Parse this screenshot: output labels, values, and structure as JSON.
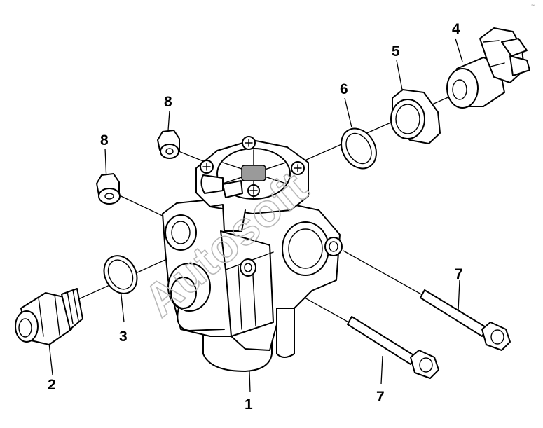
{
  "watermark": "Autosoft",
  "callouts": {
    "c1": "1",
    "c2": "2",
    "c3": "3",
    "c4": "4",
    "c5": "5",
    "c6": "6",
    "c7a": "7",
    "c7b": "7",
    "c8a": "8",
    "c8b": "8"
  },
  "parts": [
    {
      "number": "1",
      "name": "valve-body"
    },
    {
      "number": "2",
      "name": "threaded-fitting"
    },
    {
      "number": "3",
      "name": "o-ring"
    },
    {
      "number": "4",
      "name": "electrical-connector"
    },
    {
      "number": "5",
      "name": "hex-nut"
    },
    {
      "number": "6",
      "name": "o-ring"
    },
    {
      "number": "7",
      "name": "mounting-bolt"
    },
    {
      "number": "8",
      "name": "flange-nut"
    }
  ]
}
